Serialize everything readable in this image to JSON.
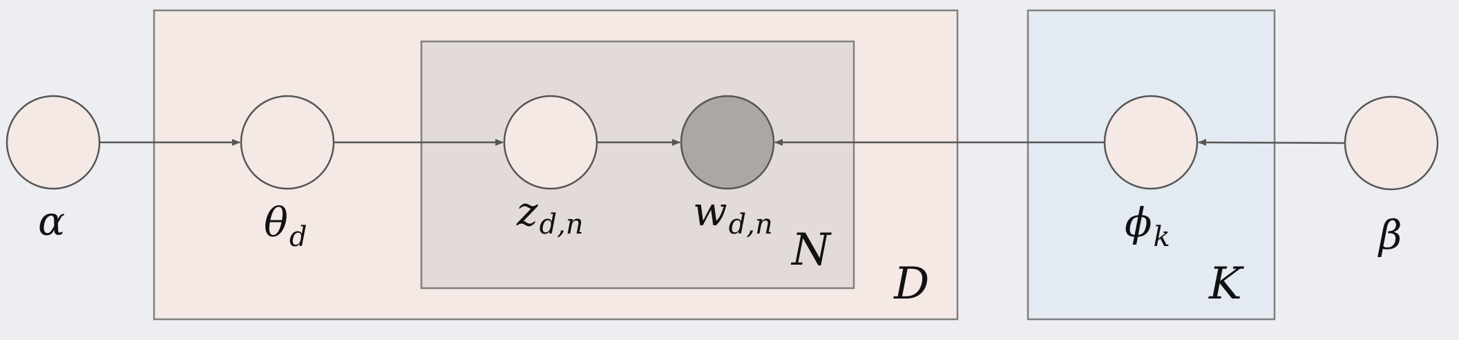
{
  "diagram": {
    "plates": {
      "documents": {
        "label": "D"
      },
      "words": {
        "label": "N"
      },
      "topics": {
        "label": "K"
      }
    },
    "nodes": {
      "alpha": {
        "symbol": "α",
        "subscript": ""
      },
      "theta": {
        "symbol": "θ",
        "subscript": "d"
      },
      "z": {
        "symbol": "z",
        "subscript": "d,n"
      },
      "w": {
        "symbol": "w",
        "subscript": "d,n",
        "observed": true
      },
      "phi": {
        "symbol": "ϕ",
        "subscript": "k"
      },
      "beta": {
        "symbol": "β",
        "subscript": ""
      }
    },
    "edges": [
      {
        "from": "alpha",
        "to": "theta"
      },
      {
        "from": "theta",
        "to": "z"
      },
      {
        "from": "z",
        "to": "w"
      },
      {
        "from": "phi",
        "to": "w"
      },
      {
        "from": "beta",
        "to": "phi"
      }
    ],
    "colors": {
      "background": "#eceef2",
      "plate_documents": "#f4e9e5",
      "plate_words": "#e3dbd8",
      "plate_topics": "#e4eaf2",
      "node_fill": "#f4e9e5",
      "observed_node_fill": "#aba7a5",
      "stroke": "#555555"
    }
  }
}
